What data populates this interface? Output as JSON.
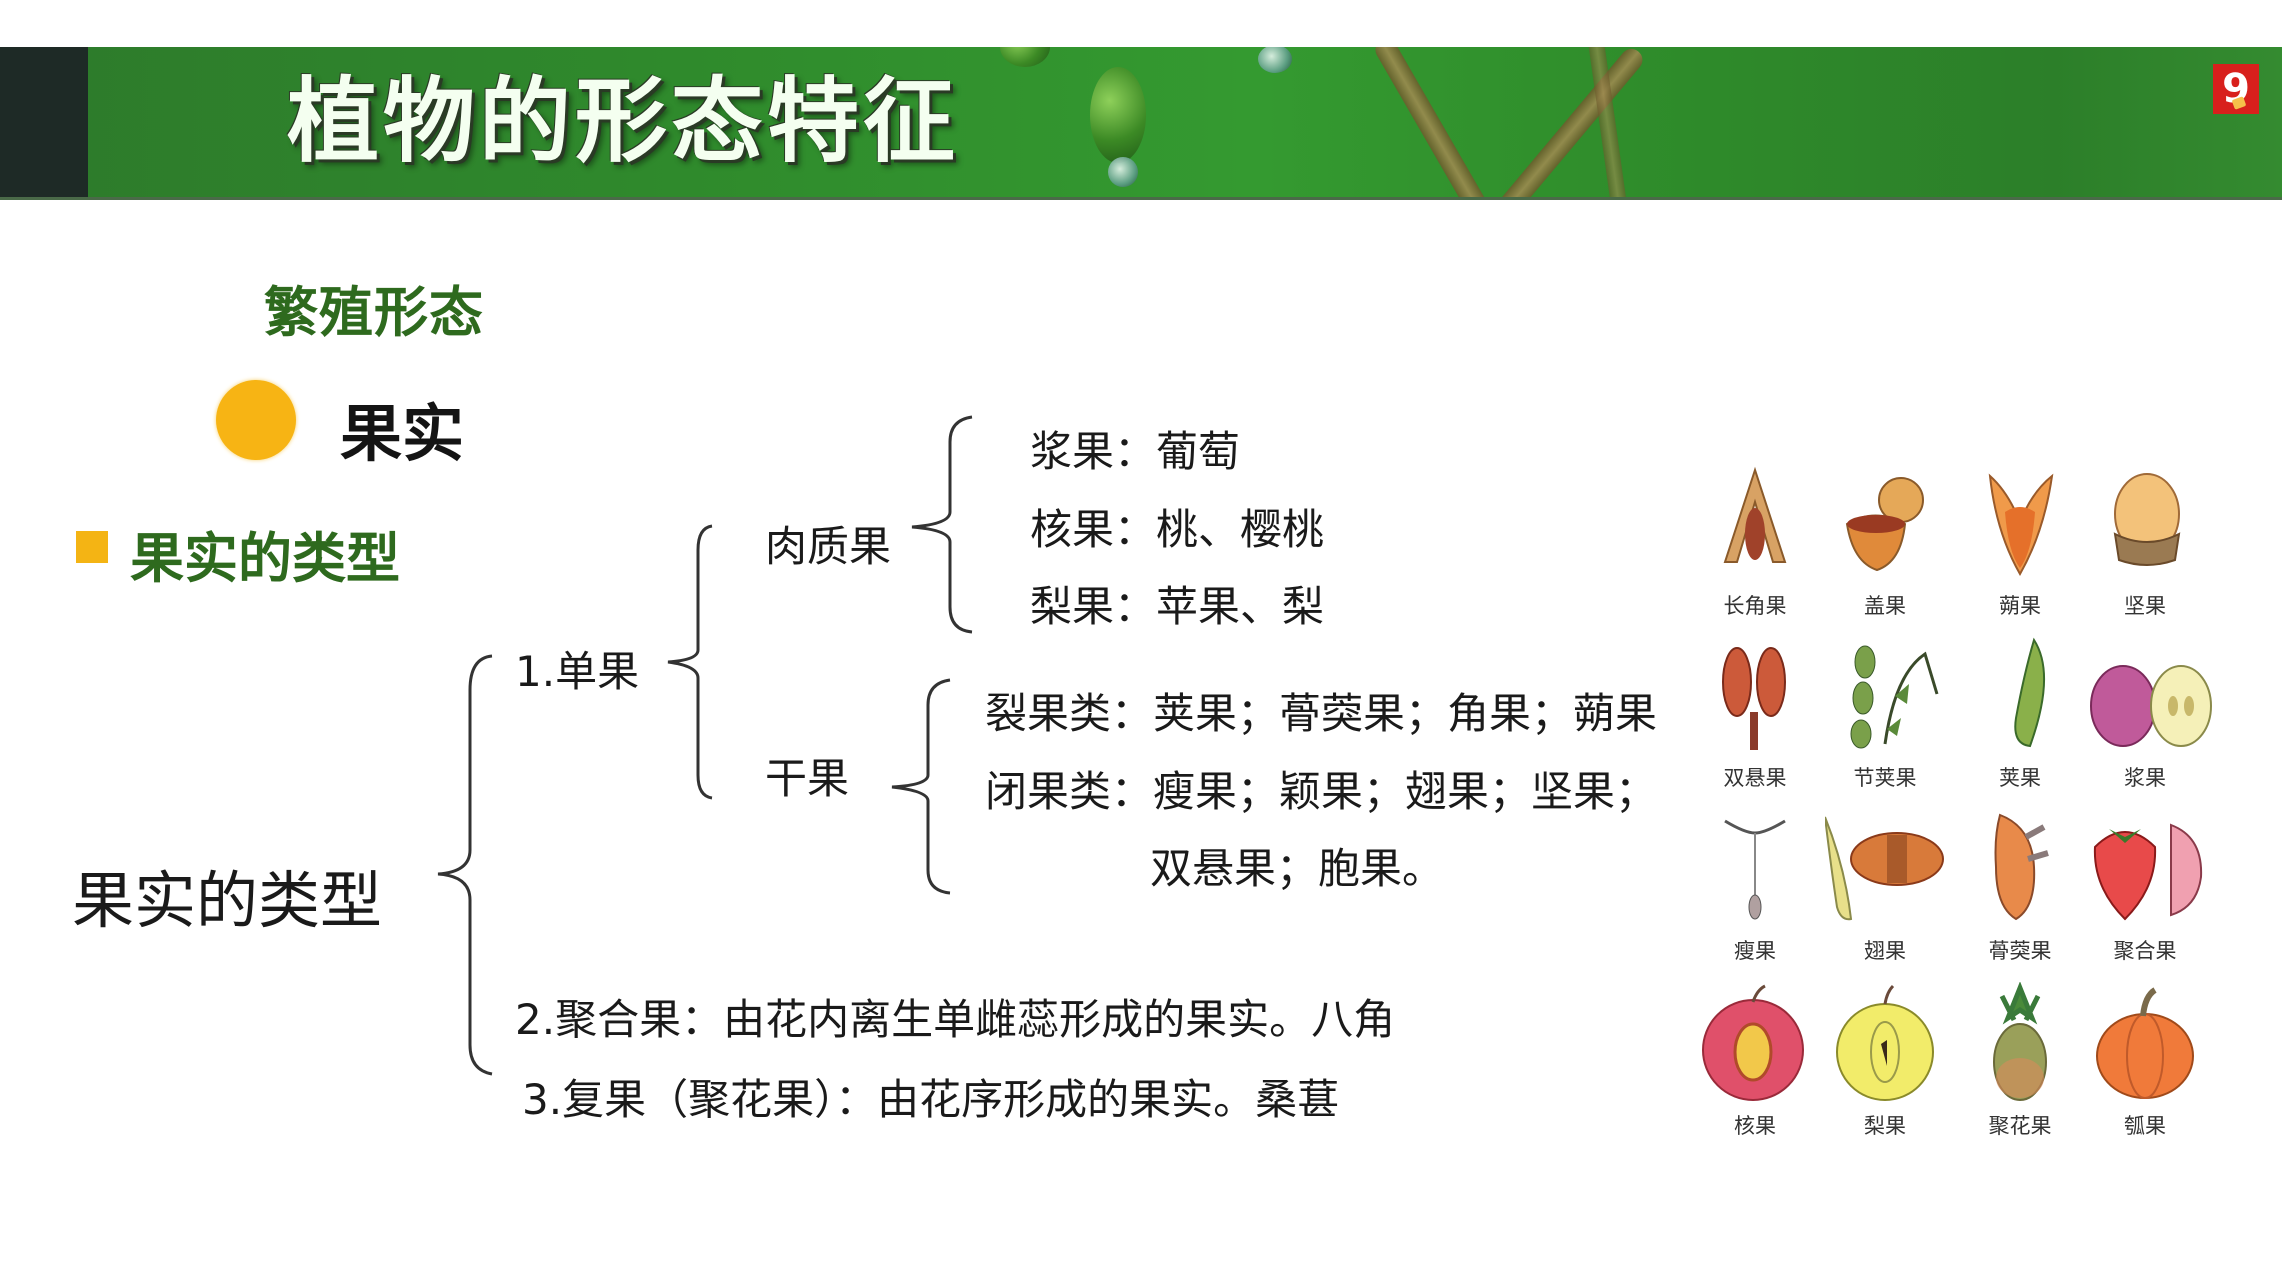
{
  "banner": {
    "title": "植物的形态特征",
    "logo_text": "9",
    "colors": {
      "green": "#2f8a2c",
      "dark_strip": "#1e2a26",
      "logo_red": "#d8201c"
    }
  },
  "section": {
    "heading": "繁殖形态",
    "topic": "果实",
    "subheading": "果实的类型",
    "colors": {
      "heading_green": "#2e6a1e",
      "bullet_orange": "#f7b414"
    }
  },
  "diagram": {
    "root": "果实的类型",
    "single": {
      "label": "1.单果",
      "fleshy": {
        "label": "肉质果",
        "items": [
          "浆果：葡萄",
          "核果：桃、樱桃",
          "梨果：苹果、梨"
        ]
      },
      "dry": {
        "label": "干果",
        "items": [
          "裂果类：荚果；蓇葖果；角果；蒴果",
          "闭果类：瘦果；颖果；翅果；坚果；",
          "双悬果；胞果。"
        ]
      }
    },
    "aggregate": "2.聚合果：由花内离生单雌蕊形成的果实。八角",
    "multiple": "3.复果（聚花果）：由花序形成的果实。桑葚"
  },
  "fruit_gallery": [
    {
      "label": "长角果",
      "icon": "silique-icon"
    },
    {
      "label": "盖果",
      "icon": "pyxis-icon"
    },
    {
      "label": "蒴果",
      "icon": "capsule-icon"
    },
    {
      "label": "坚果",
      "icon": "nut-icon"
    },
    {
      "label": "双悬果",
      "icon": "cremocarp-icon"
    },
    {
      "label": "节荚果",
      "icon": "loment-icon"
    },
    {
      "label": "荚果",
      "icon": "legume-icon"
    },
    {
      "label": "浆果",
      "icon": "berry-icon"
    },
    {
      "label": "瘦果",
      "icon": "achene-icon"
    },
    {
      "label": "翅果",
      "icon": "samara-icon"
    },
    {
      "label": "蓇葖果",
      "icon": "follicle-icon"
    },
    {
      "label": "聚合果",
      "icon": "aggregate-fruit-icon"
    },
    {
      "label": "核果",
      "icon": "drupe-icon"
    },
    {
      "label": "梨果",
      "icon": "pome-icon"
    },
    {
      "label": "聚花果",
      "icon": "multiple-fruit-icon"
    },
    {
      "label": "瓠果",
      "icon": "pepo-icon"
    }
  ]
}
